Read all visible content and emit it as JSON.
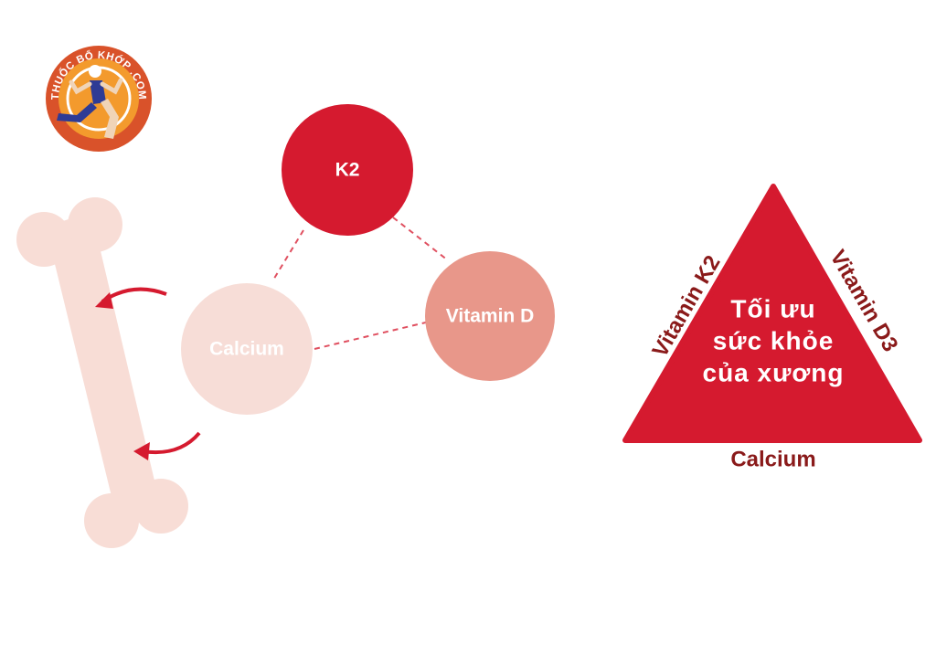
{
  "logo": {
    "text": "THUỐC BỔ KHỚP .COM"
  },
  "nodes": {
    "k2": {
      "label": "K2",
      "color": "#d51a2f"
    },
    "vitamin_d": {
      "label": "Vitamin D",
      "color": "#e8978a"
    },
    "calcium": {
      "label": "Calcium",
      "color": "#f7ddd7"
    }
  },
  "triangle": {
    "color": "#d51a2f",
    "left_side": "Vitamin K2",
    "right_side": "Vitamin D3",
    "bottom": "Calcium",
    "center_lines": [
      "Tối ưu",
      "sức khỏe",
      "của xương"
    ]
  },
  "colors": {
    "bone": "#f8ddd6",
    "arrow": "#d51a2f",
    "dashed_link": "#e05060",
    "label_dark": "#8a1a1a"
  }
}
